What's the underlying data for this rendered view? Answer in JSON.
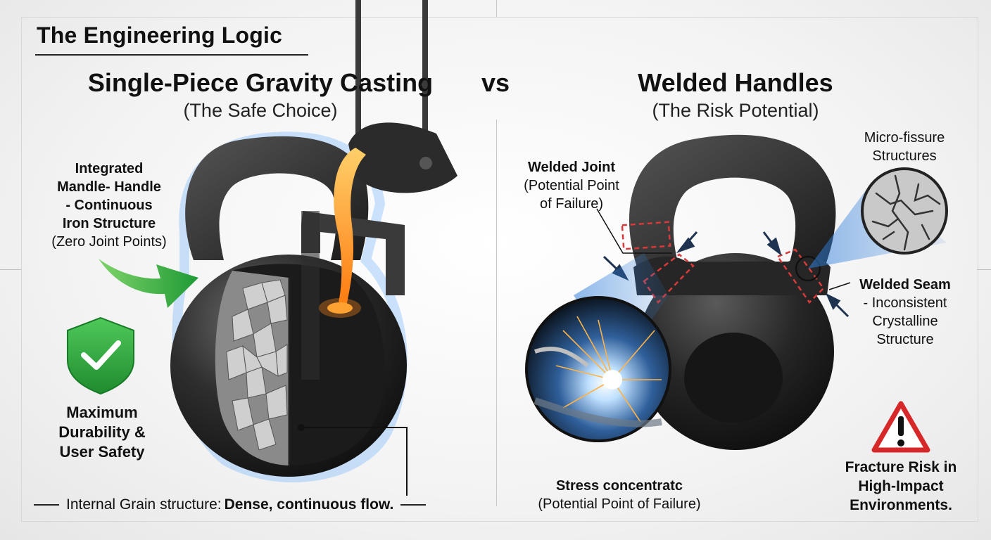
{
  "page": {
    "title": "The Engineering Logic",
    "vs": "vs"
  },
  "left": {
    "heading": "Single-Piece Gravity Casting",
    "subheading": "(The Safe Choice)",
    "callout": {
      "lines": [
        "Integrated",
        "Mandle- Handle",
        "- Continuous",
        "Iron Structure"
      ],
      "note": "(Zero Joint Points)"
    },
    "benefit": {
      "lines": [
        "Maximum",
        "Durability &",
        "User Safety"
      ]
    },
    "footer": {
      "prefix": "Internal Grain structure: ",
      "bold": "Dense, continuous flow."
    }
  },
  "right": {
    "heading": "Welded Handles",
    "subheading": "(The Risk Potential)",
    "welded_joint": {
      "title": "Welded Joint",
      "lines": [
        "(Potential Point",
        "of Failure)"
      ]
    },
    "micro_fissure": {
      "lines": [
        "Micro-fissure",
        "Structures"
      ]
    },
    "welded_seam": {
      "title": "Welded Seam",
      "lines": [
        "- Inconsistent",
        "Crystalline",
        "Structure"
      ]
    },
    "stress": {
      "title": "Stress concentratc",
      "note": "(Potential Point of Failure)"
    },
    "warning": {
      "lines": [
        "Fracture Risk in",
        "High-Impact",
        "Environments."
      ]
    }
  },
  "colors": {
    "arrow_green": "#2fae3f",
    "shield_green": "#2aa53a",
    "warning_red": "#d62828",
    "weld_dash": "#d63a3a",
    "molten": "#ff9a1f",
    "glow_blue": "#3f8fe0",
    "iron": "#2a2a2a"
  },
  "icons": [
    "check-shield-icon",
    "warning-triangle-icon",
    "green-arrow-icon"
  ]
}
